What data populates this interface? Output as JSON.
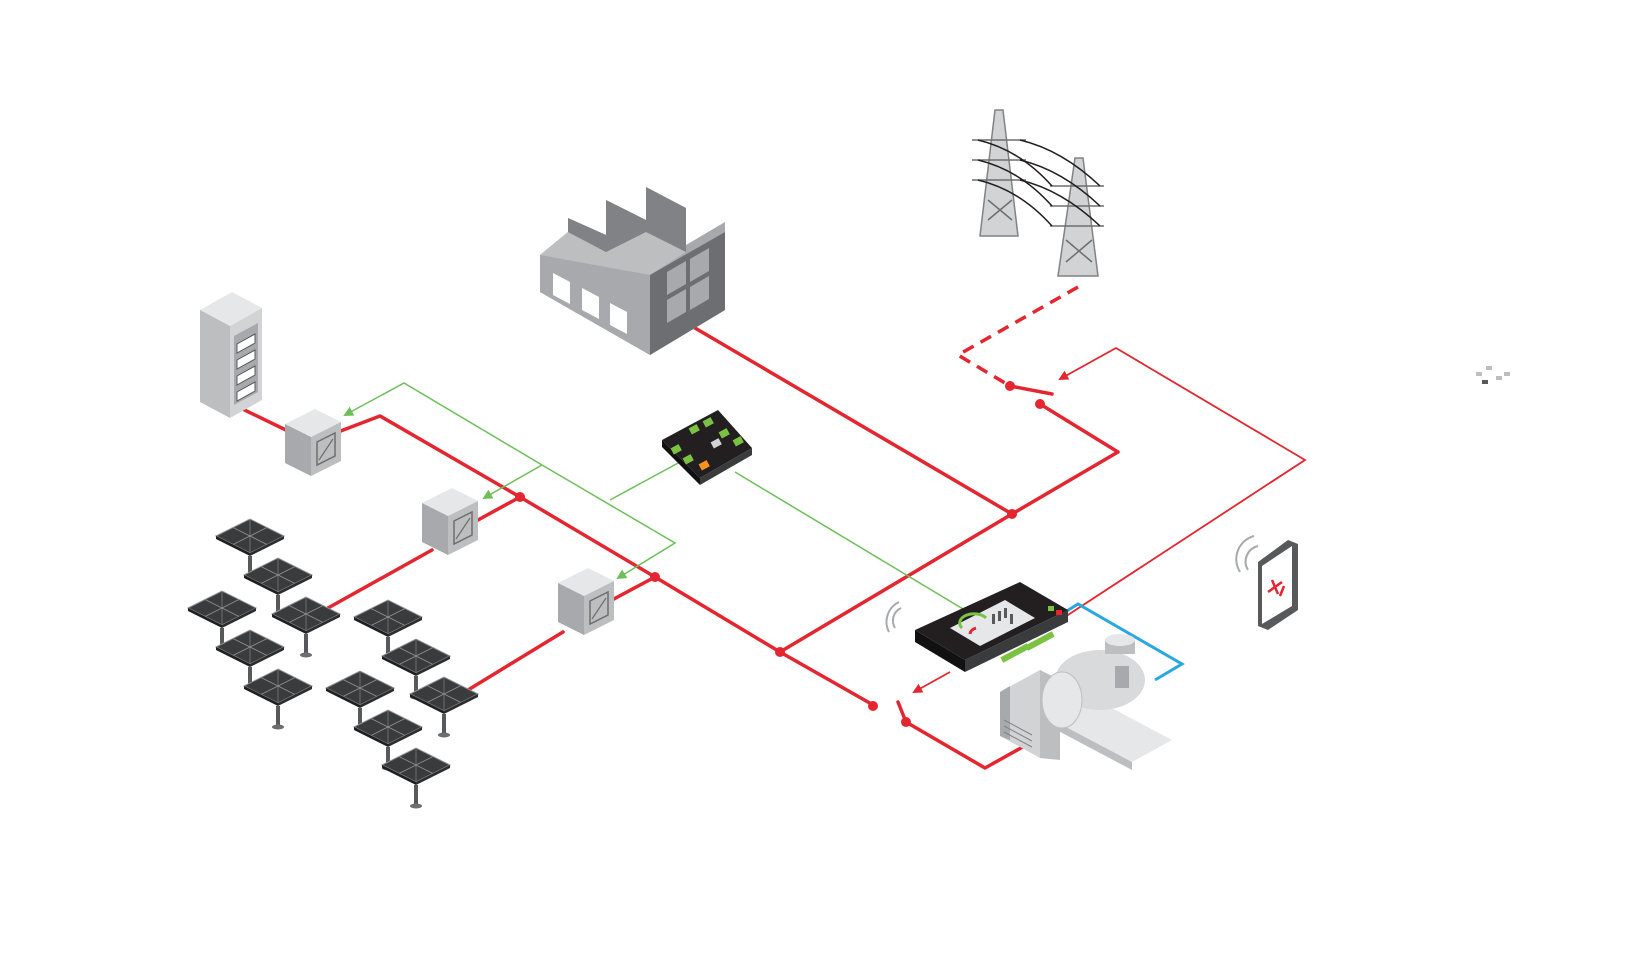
{
  "diagram": {
    "colors": {
      "power_line": "#e3262f",
      "control_line": "#6dbf5a",
      "cooling_line": "#29a8e0",
      "equipment_light": "#d9dadb",
      "equipment_mid": "#a7a9ac",
      "equipment_dark": "#6d6e71",
      "controller_body": "#231f20",
      "module_green": "#7cc242",
      "module_orange": "#f7941d"
    },
    "components": [
      {
        "id": "battery-cabinet",
        "icon": "battery-rack-icon"
      },
      {
        "id": "battery-inverter",
        "icon": "inverter-icon"
      },
      {
        "id": "solar-inverter-1",
        "icon": "inverter-icon"
      },
      {
        "id": "solar-inverter-2",
        "icon": "inverter-icon"
      },
      {
        "id": "solar-array-1",
        "icon": "solar-panel-icon"
      },
      {
        "id": "solar-array-2",
        "icon": "solar-panel-icon"
      },
      {
        "id": "factory-load",
        "icon": "factory-icon"
      },
      {
        "id": "utility-grid",
        "icon": "transmission-tower-icon"
      },
      {
        "id": "io-module",
        "icon": "controller-module-icon"
      },
      {
        "id": "genset-controller",
        "icon": "controller-display-icon"
      },
      {
        "id": "diesel-generator",
        "icon": "generator-icon"
      },
      {
        "id": "remote-app",
        "icon": "smartphone-icon"
      },
      {
        "id": "grid-breaker",
        "icon": "breaker-switch-icon"
      },
      {
        "id": "generator-breaker",
        "icon": "breaker-switch-icon"
      }
    ]
  }
}
